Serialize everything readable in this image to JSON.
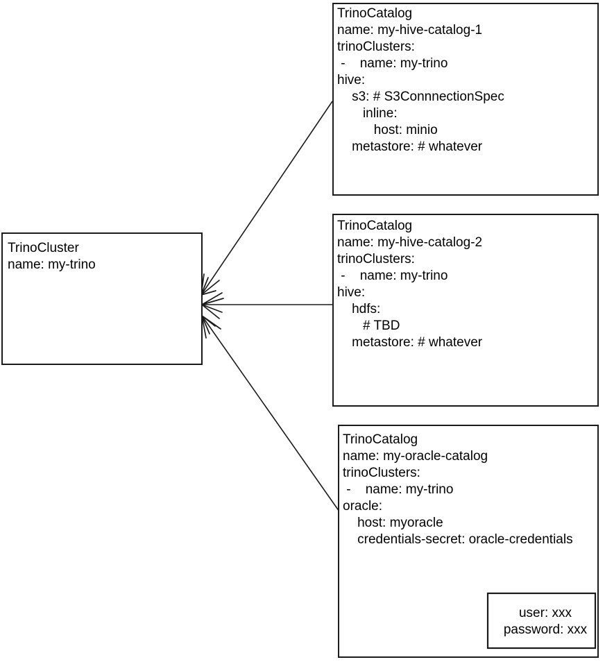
{
  "diagram": {
    "type": "entity-relationship-sketch",
    "title_implicit": "TrinoCluster and TrinoCatalog relationships",
    "background_color": "#ffffff",
    "stroke_color": "#1a1a1a",
    "text_color": "#000000"
  },
  "cluster_box": {
    "kind": "TrinoCluster",
    "lines": [
      "TrinoCluster",
      "name: my-trino"
    ]
  },
  "catalog_boxes": [
    {
      "id": "hive-catalog-1",
      "kind": "TrinoCatalog",
      "lines": [
        "TrinoCatalog",
        "name: my-hive-catalog-1",
        "trinoClusters:",
        " -    name: my-trino",
        "hive:",
        "    s3: # S3ConnnectionSpec",
        "       inline:",
        "          host: minio",
        "    metastore: # whatever"
      ]
    },
    {
      "id": "hive-catalog-2",
      "kind": "TrinoCatalog",
      "lines": [
        "TrinoCatalog",
        "name: my-hive-catalog-2",
        "trinoClusters:",
        " -    name: my-trino",
        "hive:",
        "    hdfs:",
        "       # TBD",
        "    metastore: # whatever"
      ]
    },
    {
      "id": "oracle-catalog",
      "kind": "TrinoCatalog",
      "lines": [
        "TrinoCatalog",
        "name: my-oracle-catalog",
        "trinoClusters:",
        " -    name: my-trino",
        "oracle:",
        "    host: myoracle",
        "    credentials-secret: oracle-credentials"
      ]
    }
  ],
  "credentials_box": {
    "id": "oracle-credentials-secret",
    "lines": [
      "user: xxx",
      "password: xxx"
    ]
  },
  "connections": [
    {
      "from": "hive-catalog-1",
      "to": "cluster-box",
      "style": "arrow"
    },
    {
      "from": "hive-catalog-2",
      "to": "cluster-box",
      "style": "arrow"
    },
    {
      "from": "oracle-catalog",
      "to": "cluster-box",
      "style": "arrow"
    },
    {
      "from": "credentials-secret-ref",
      "to": "oracle-credentials-secret",
      "style": "arrow"
    }
  ]
}
